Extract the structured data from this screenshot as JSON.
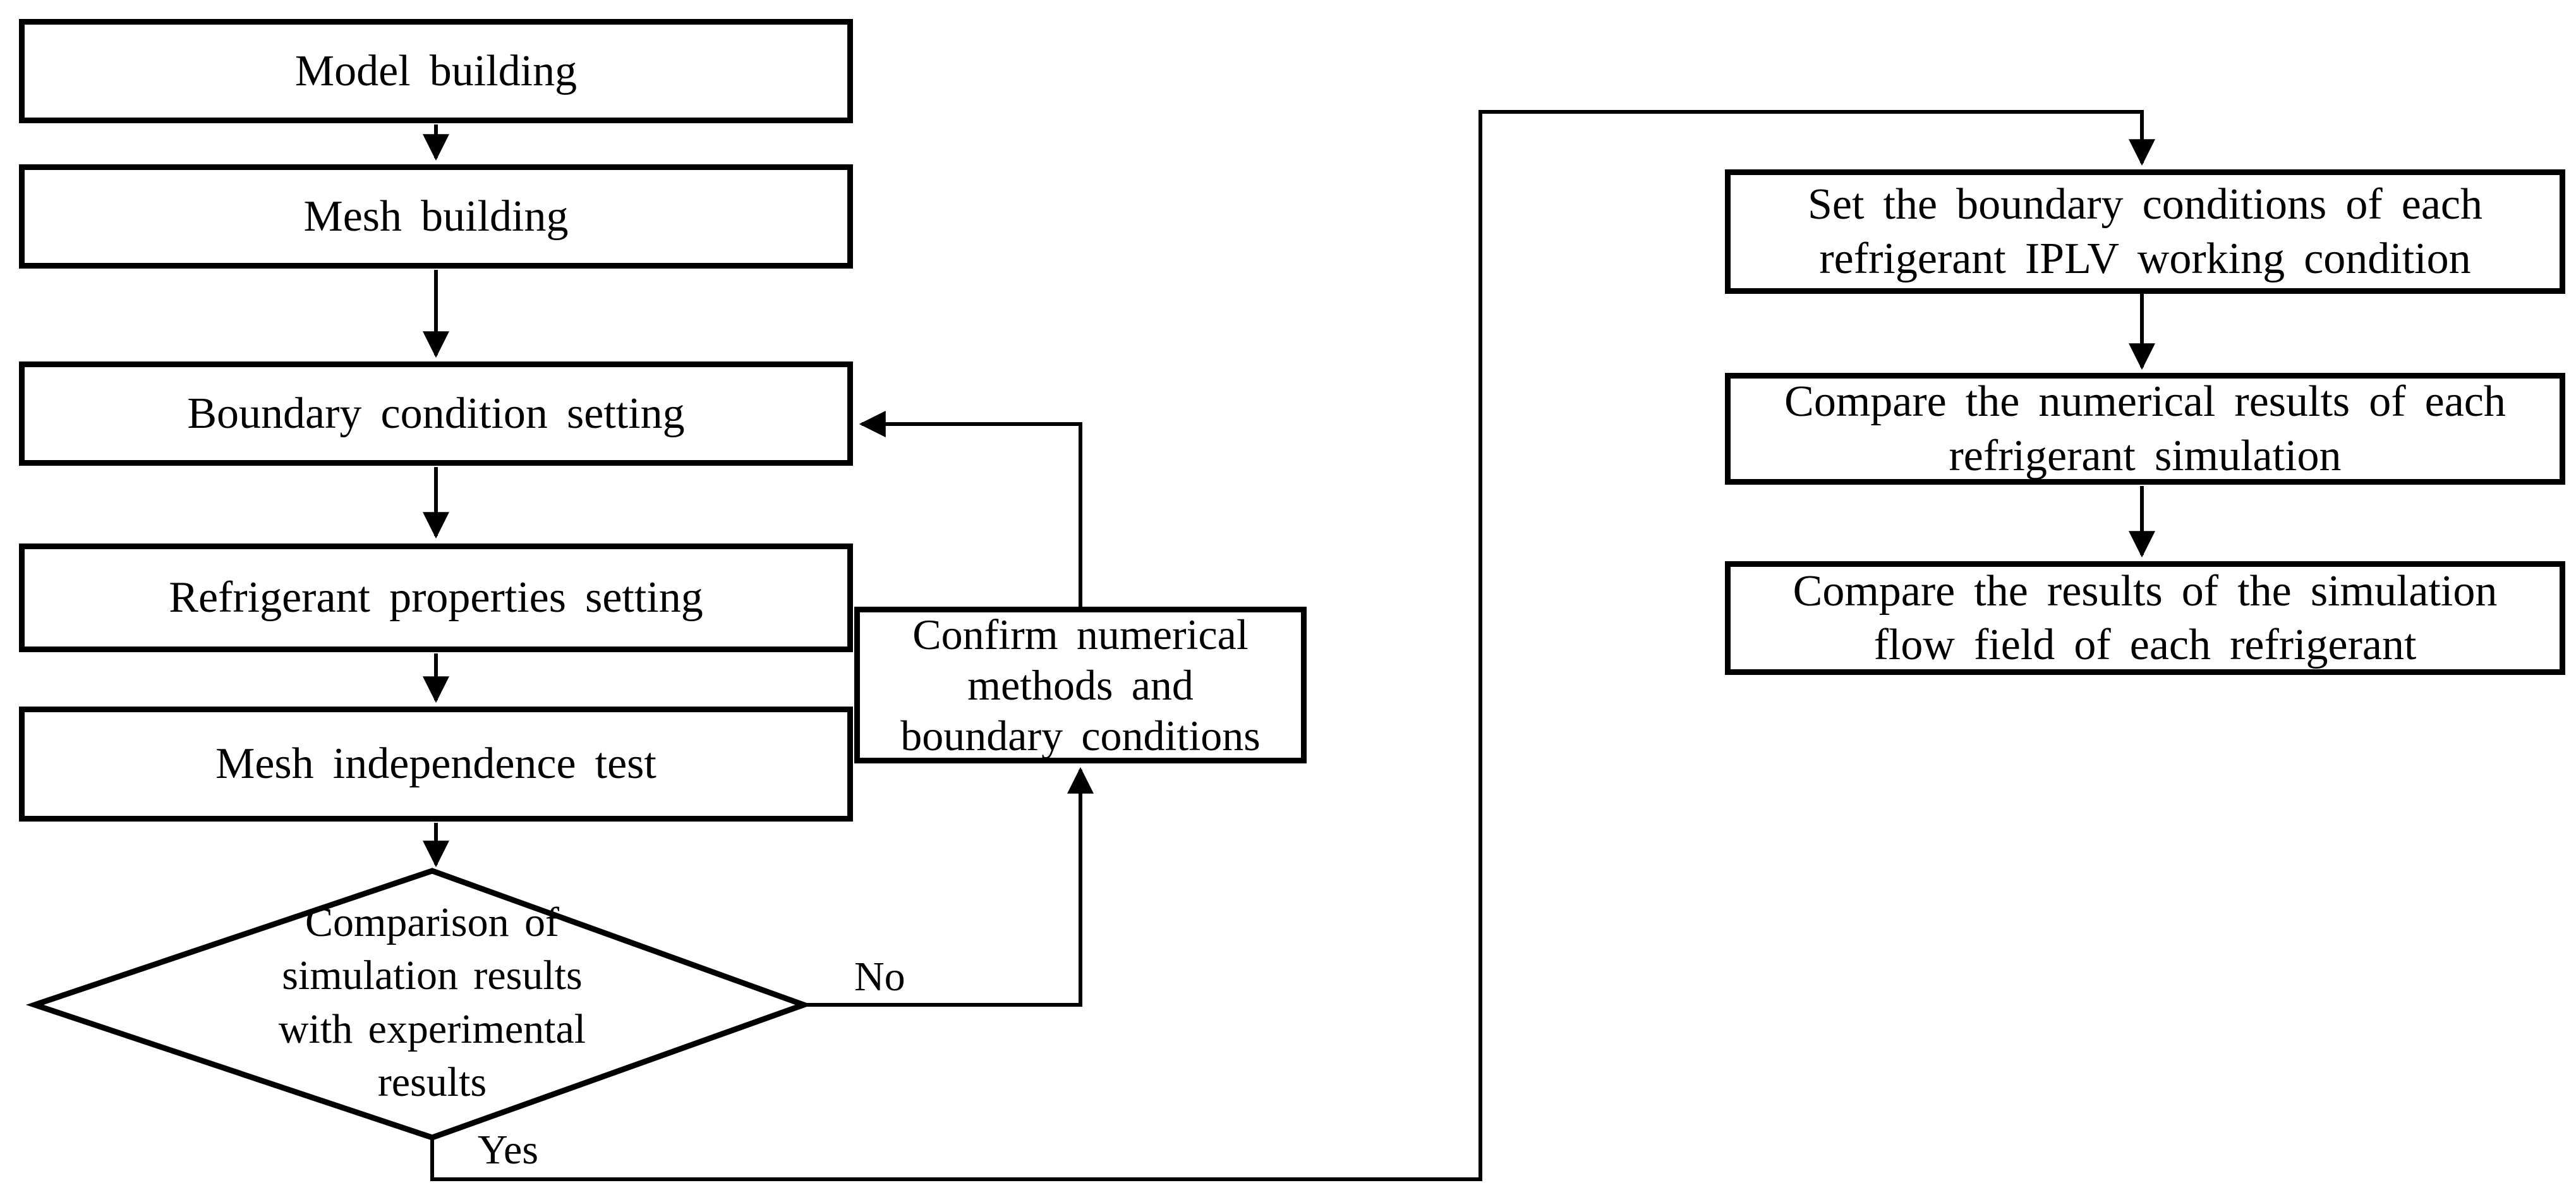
{
  "flowchart": {
    "left_column": [
      {
        "label": "Model building"
      },
      {
        "label": "Mesh building"
      },
      {
        "label": "Boundary condition setting"
      },
      {
        "label": "Refrigerant properties setting"
      },
      {
        "label": "Mesh independence test"
      }
    ],
    "decision": {
      "lines": [
        "Comparison of",
        "simulation results",
        "with experimental",
        "results"
      ]
    },
    "loop_box": {
      "lines": [
        "Confirm numerical",
        "methods and",
        "boundary conditions"
      ]
    },
    "right_column": [
      {
        "label": "Set the boundary conditions of each refrigerant IPLV working condition"
      },
      {
        "label": "Compare the numerical results of each refrigerant simulation"
      },
      {
        "label": "Compare the results of the simulation flow field of each refrigerant"
      }
    ],
    "edge_labels": {
      "no": "No",
      "yes": "Yes"
    },
    "colors": {
      "line": "#000000",
      "node_fill": "#ffffff",
      "background": "#ffffff"
    }
  }
}
